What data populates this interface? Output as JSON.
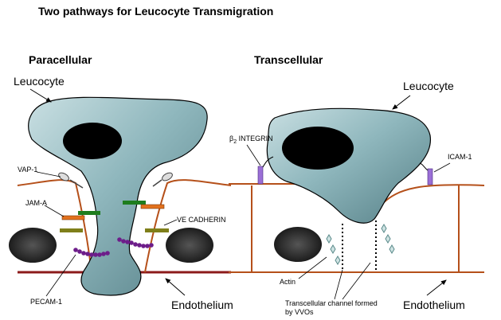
{
  "title": "Two pathways for Leucocyte Transmigration",
  "paracellular": {
    "heading": "Paracellular",
    "leucocyte": "Leucocyte",
    "vap1": "VAP-1",
    "jama": "JAM-A",
    "ve_cadherin": "VE CADHERIN",
    "pecam1": "PECAM-1",
    "endothelium": "Endothelium"
  },
  "transcellular": {
    "heading": "Transcellular",
    "leucocyte": "Leucocyte",
    "beta2": "β",
    "beta2_sub": "2",
    "beta2_rest": " INTEGRIN",
    "icam1": "ICAM-1",
    "actin": "Actin",
    "channel_line1": "Transcellular channel formed",
    "channel_line2": "by VVOs",
    "endothelium": "Endothelium"
  },
  "colors": {
    "cell_fill": "#6f9ea6",
    "membrane": "#b5501a",
    "basement": "#8c1a1a",
    "nucleus": "#000000",
    "jam_a": "#e2711d",
    "ve_cadherin_green": "#1e7d1e",
    "ve_cadherin_olive": "#7f7f1a",
    "pecam": "#6d1d8a",
    "integrin": "#9b6fd6",
    "vvo": "#7fa8a8"
  }
}
